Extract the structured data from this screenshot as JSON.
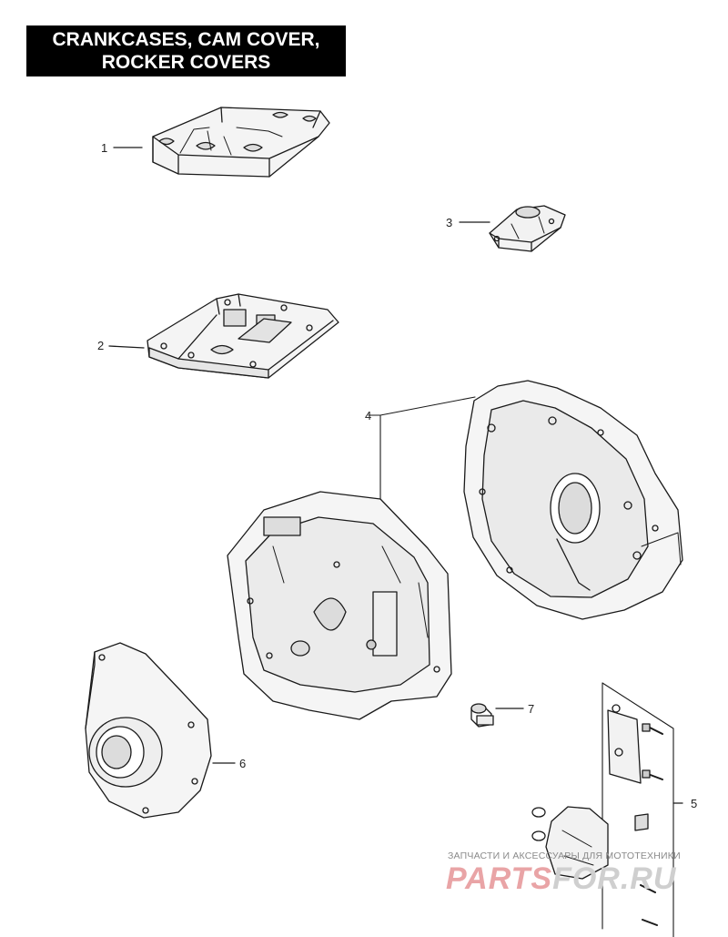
{
  "title": {
    "line1": "CRANKCASES, CAM COVER,",
    "line2": "ROCKER COVERS"
  },
  "callouts": {
    "c1": "1",
    "c2": "2",
    "c3": "3",
    "c4": "4",
    "c5": "5",
    "c6": "6",
    "c7": "7"
  },
  "watermark": {
    "subtitle": "ЗАПЧАСТИ И АКСЕССУАРЫ ДЛЯ МОТОТЕХНИКИ",
    "logo_part1": "PARTS",
    "logo_part2": "FOR.RU"
  },
  "colors": {
    "title_bg": "#000000",
    "title_fg": "#ffffff",
    "line_art": "#1a1a1a",
    "logo_red": "#e9a4a6",
    "logo_grey": "#cfcfcf"
  }
}
